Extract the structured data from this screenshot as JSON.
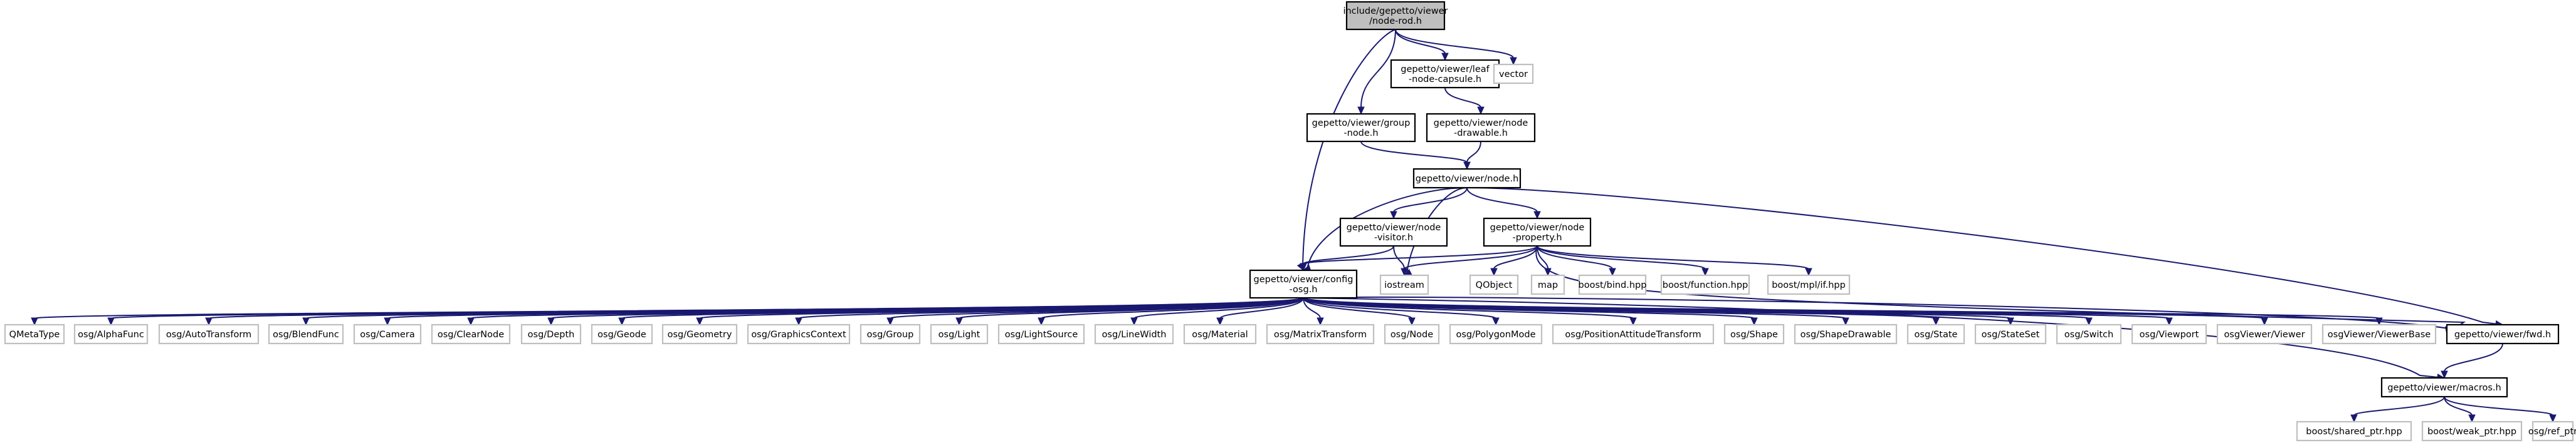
{
  "nodes": [
    {
      "id": "root",
      "lines": [
        "include/gepetto/viewer",
        "/node-rod.h"
      ],
      "kind": "root"
    },
    {
      "id": "leaf",
      "lines": [
        "gepetto/viewer/leaf",
        "-node-capsule.h"
      ],
      "kind": "doc"
    },
    {
      "id": "vector",
      "lines": [
        "vector"
      ],
      "kind": "ext"
    },
    {
      "id": "group",
      "lines": [
        "gepetto/viewer/group",
        "-node.h"
      ],
      "kind": "doc"
    },
    {
      "id": "drawable",
      "lines": [
        "gepetto/viewer/node",
        "-drawable.h"
      ],
      "kind": "doc"
    },
    {
      "id": "node",
      "lines": [
        "gepetto/viewer/node.h"
      ],
      "kind": "doc"
    },
    {
      "id": "visitor",
      "lines": [
        "gepetto/viewer/node",
        "-visitor.h"
      ],
      "kind": "doc"
    },
    {
      "id": "property",
      "lines": [
        "gepetto/viewer/node",
        "-property.h"
      ],
      "kind": "doc"
    },
    {
      "id": "config",
      "lines": [
        "gepetto/viewer/config",
        "-osg.h"
      ],
      "kind": "doc"
    },
    {
      "id": "iostream",
      "lines": [
        "iostream"
      ],
      "kind": "ext"
    },
    {
      "id": "qobject",
      "lines": [
        "QObject"
      ],
      "kind": "ext"
    },
    {
      "id": "map",
      "lines": [
        "map"
      ],
      "kind": "ext"
    },
    {
      "id": "bind",
      "lines": [
        "boost/bind.hpp"
      ],
      "kind": "ext"
    },
    {
      "id": "function",
      "lines": [
        "boost/function.hpp"
      ],
      "kind": "ext"
    },
    {
      "id": "mplif",
      "lines": [
        "boost/mpl/if.hpp"
      ],
      "kind": "ext"
    },
    {
      "id": "qmetatype",
      "lines": [
        "QMetaType"
      ],
      "kind": "ext"
    },
    {
      "id": "alphafunc",
      "lines": [
        "osg/AlphaFunc"
      ],
      "kind": "ext"
    },
    {
      "id": "autotransform",
      "lines": [
        "osg/AutoTransform"
      ],
      "kind": "ext"
    },
    {
      "id": "blendfunc",
      "lines": [
        "osg/BlendFunc"
      ],
      "kind": "ext"
    },
    {
      "id": "camera",
      "lines": [
        "osg/Camera"
      ],
      "kind": "ext"
    },
    {
      "id": "clearnode",
      "lines": [
        "osg/ClearNode"
      ],
      "kind": "ext"
    },
    {
      "id": "depth",
      "lines": [
        "osg/Depth"
      ],
      "kind": "ext"
    },
    {
      "id": "geode",
      "lines": [
        "osg/Geode"
      ],
      "kind": "ext"
    },
    {
      "id": "geometry",
      "lines": [
        "osg/Geometry"
      ],
      "kind": "ext"
    },
    {
      "id": "graphicscontext",
      "lines": [
        "osg/GraphicsContext"
      ],
      "kind": "ext"
    },
    {
      "id": "osggroup",
      "lines": [
        "osg/Group"
      ],
      "kind": "ext"
    },
    {
      "id": "light",
      "lines": [
        "osg/Light"
      ],
      "kind": "ext"
    },
    {
      "id": "lightsource",
      "lines": [
        "osg/LightSource"
      ],
      "kind": "ext"
    },
    {
      "id": "linewidth",
      "lines": [
        "osg/LineWidth"
      ],
      "kind": "ext"
    },
    {
      "id": "material",
      "lines": [
        "osg/Material"
      ],
      "kind": "ext"
    },
    {
      "id": "matrixtransform",
      "lines": [
        "osg/MatrixTransform"
      ],
      "kind": "ext"
    },
    {
      "id": "osgnode",
      "lines": [
        "osg/Node"
      ],
      "kind": "ext"
    },
    {
      "id": "polygonmode",
      "lines": [
        "osg/PolygonMode"
      ],
      "kind": "ext"
    },
    {
      "id": "posatt",
      "lines": [
        "osg/PositionAttitudeTransform"
      ],
      "kind": "ext"
    },
    {
      "id": "shape",
      "lines": [
        "osg/Shape"
      ],
      "kind": "ext"
    },
    {
      "id": "shapedrawable",
      "lines": [
        "osg/ShapeDrawable"
      ],
      "kind": "ext"
    },
    {
      "id": "state",
      "lines": [
        "osg/State"
      ],
      "kind": "ext"
    },
    {
      "id": "stateset",
      "lines": [
        "osg/StateSet"
      ],
      "kind": "ext"
    },
    {
      "id": "switch",
      "lines": [
        "osg/Switch"
      ],
      "kind": "ext"
    },
    {
      "id": "viewport",
      "lines": [
        "osg/Viewport"
      ],
      "kind": "ext"
    },
    {
      "id": "viewer",
      "lines": [
        "osgViewer/Viewer"
      ],
      "kind": "ext"
    },
    {
      "id": "viewerbase",
      "lines": [
        "osgViewer/ViewerBase"
      ],
      "kind": "ext"
    },
    {
      "id": "fwd",
      "lines": [
        "gepetto/viewer/fwd.h"
      ],
      "kind": "doc"
    },
    {
      "id": "macros",
      "lines": [
        "gepetto/viewer/macros.h"
      ],
      "kind": "doc"
    },
    {
      "id": "sharedptr",
      "lines": [
        "boost/shared_ptr.hpp"
      ],
      "kind": "ext"
    },
    {
      "id": "weakptr",
      "lines": [
        "boost/weak_ptr.hpp"
      ],
      "kind": "ext"
    },
    {
      "id": "refptr",
      "lines": [
        "osg/ref_ptr"
      ],
      "kind": "ext"
    }
  ],
  "edges": [
    [
      "root",
      "leaf"
    ],
    [
      "root",
      "vector"
    ],
    [
      "root",
      "group"
    ],
    [
      "root",
      "config"
    ],
    [
      "leaf",
      "drawable"
    ],
    [
      "group",
      "node"
    ],
    [
      "drawable",
      "node"
    ],
    [
      "node",
      "visitor"
    ],
    [
      "node",
      "property"
    ],
    [
      "node",
      "config"
    ],
    [
      "node",
      "iostream"
    ],
    [
      "node",
      "fwd"
    ],
    [
      "visitor",
      "config"
    ],
    [
      "visitor",
      "iostream"
    ],
    [
      "property",
      "config"
    ],
    [
      "property",
      "iostream"
    ],
    [
      "property",
      "qobject"
    ],
    [
      "property",
      "map"
    ],
    [
      "property",
      "bind"
    ],
    [
      "property",
      "function"
    ],
    [
      "property",
      "mplif"
    ],
    [
      "property",
      "fwd"
    ],
    [
      "config",
      "qmetatype"
    ],
    [
      "config",
      "alphafunc"
    ],
    [
      "config",
      "autotransform"
    ],
    [
      "config",
      "blendfunc"
    ],
    [
      "config",
      "camera"
    ],
    [
      "config",
      "clearnode"
    ],
    [
      "config",
      "depth"
    ],
    [
      "config",
      "geode"
    ],
    [
      "config",
      "geometry"
    ],
    [
      "config",
      "graphicscontext"
    ],
    [
      "config",
      "osggroup"
    ],
    [
      "config",
      "light"
    ],
    [
      "config",
      "lightsource"
    ],
    [
      "config",
      "linewidth"
    ],
    [
      "config",
      "material"
    ],
    [
      "config",
      "matrixtransform"
    ],
    [
      "config",
      "osgnode"
    ],
    [
      "config",
      "polygonmode"
    ],
    [
      "config",
      "posatt"
    ],
    [
      "config",
      "shape"
    ],
    [
      "config",
      "shapedrawable"
    ],
    [
      "config",
      "state"
    ],
    [
      "config",
      "stateset"
    ],
    [
      "config",
      "switch"
    ],
    [
      "config",
      "viewport"
    ],
    [
      "config",
      "viewer"
    ],
    [
      "config",
      "viewerbase"
    ],
    [
      "config",
      "fwd"
    ],
    [
      "config",
      "macros"
    ],
    [
      "fwd",
      "macros"
    ],
    [
      "macros",
      "sharedptr"
    ],
    [
      "macros",
      "weakptr"
    ],
    [
      "macros",
      "refptr"
    ]
  ]
}
